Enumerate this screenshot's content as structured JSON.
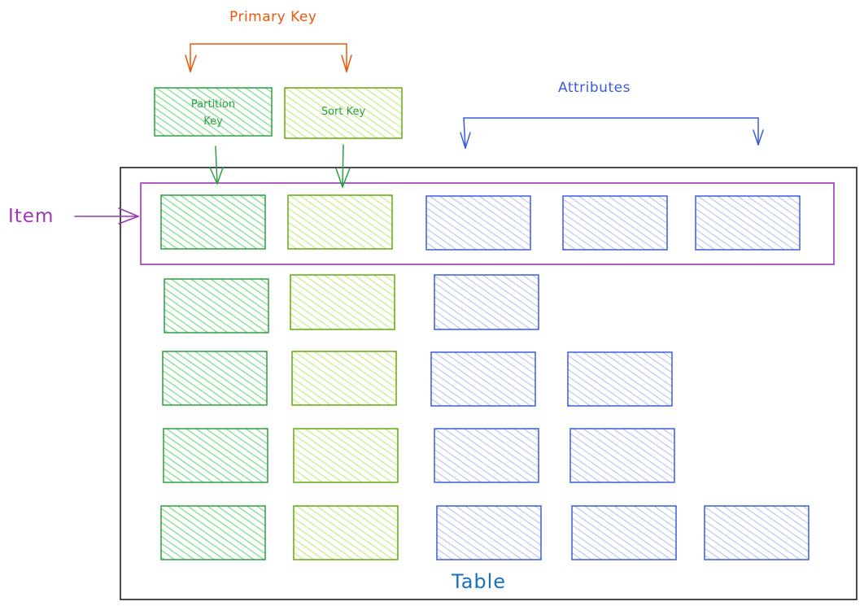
{
  "labels": {
    "primary_key": "Primary Key",
    "attributes": "Attributes",
    "item": "Item",
    "table": "Table",
    "partition_key": "Partition\nKey",
    "sort_key": "Sort Key"
  },
  "colors": {
    "partition_fill": "#69db7c",
    "partition_stroke": "#2f9e44",
    "sort_fill": "#c0eb75",
    "sort_stroke": "#66a80f",
    "attribute_fill": "#a5b4fc",
    "attribute_stroke": "#3b5bdb",
    "primary_key_arrow": "#e8590c",
    "attributes_arrow": "#3b5bdb",
    "item_outline": "#9c36b5",
    "table_outline": "#1e1e1e",
    "table_label": "#1971c2"
  },
  "table_rows": [
    {
      "has_partition_key": true,
      "has_sort_key": true,
      "attribute_count": 3,
      "highlighted_as_item": true
    },
    {
      "has_partition_key": true,
      "has_sort_key": true,
      "attribute_count": 1,
      "highlighted_as_item": false
    },
    {
      "has_partition_key": true,
      "has_sort_key": true,
      "attribute_count": 2,
      "highlighted_as_item": false
    },
    {
      "has_partition_key": true,
      "has_sort_key": true,
      "attribute_count": 2,
      "highlighted_as_item": false
    },
    {
      "has_partition_key": true,
      "has_sort_key": true,
      "attribute_count": 3,
      "highlighted_as_item": false
    }
  ]
}
